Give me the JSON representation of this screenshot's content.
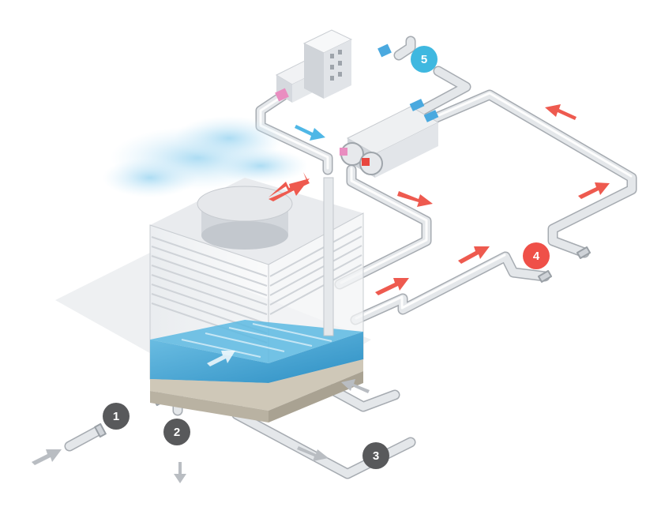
{
  "colors": {
    "badge_gray": "#58595b",
    "badge_cyan": "#3fb8e0",
    "badge_red": "#ef5048",
    "hot_arrow": "#ee5a4f",
    "cold_arrow": "#4fb7e6",
    "water": "#3a9fcf",
    "pipe": "#e3e5e8",
    "steam": "#bfe3f5"
  },
  "badges": [
    {
      "id": "1",
      "label": "1",
      "color": "gray"
    },
    {
      "id": "2",
      "label": "2",
      "color": "gray"
    },
    {
      "id": "3",
      "label": "3",
      "color": "gray"
    },
    {
      "id": "4",
      "label": "4",
      "color": "red"
    },
    {
      "id": "5",
      "label": "5",
      "color": "cyan"
    }
  ],
  "icons": [
    "building-icon",
    "heat-exchanger-icon",
    "fan-icon",
    "steam-cloud-icon",
    "flow-arrow-icon"
  ]
}
